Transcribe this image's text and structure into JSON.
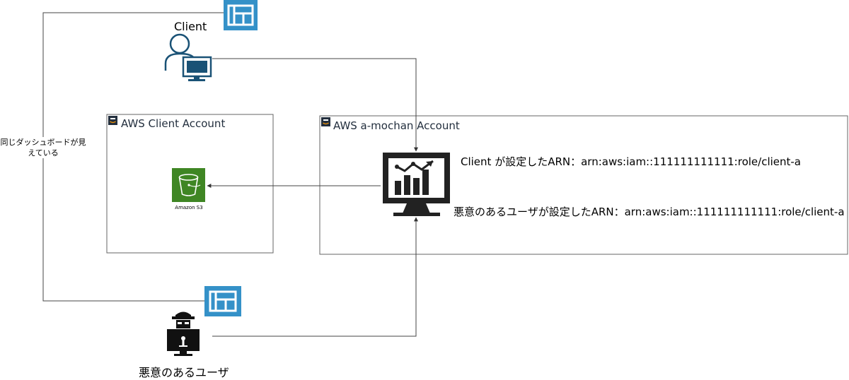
{
  "client": {
    "label": "Client"
  },
  "accounts": {
    "client_account": {
      "title": "AWS Client Account"
    },
    "amochan_account": {
      "title": "AWS a-mochan Account"
    }
  },
  "s3": {
    "label": "Amazon S3"
  },
  "arn": {
    "client_text": "Client が設定したARN：arn:aws:iam::111111111111:role/client-a",
    "malicious_text": "悪意のあるユーザが設定したARN：arn:aws:iam::111111111111:role/client-a"
  },
  "shared_dashboard_note": "同じダッシュボードが見えている",
  "malicious_user": {
    "label": "悪意のあるユーザ"
  },
  "icons": {
    "dashboard": "dashboard-icon",
    "client_user": "user-with-monitor-icon",
    "s3": "amazon-s3-bucket-icon",
    "analytics": "analytics-monitor-icon",
    "hacker": "hacker-icon"
  },
  "colors": {
    "dashboard_icon_bg": "#3491c8",
    "s3_green": "#3f8624",
    "client_icon": "#1a5276",
    "line": "#333333",
    "frame": "#555555"
  }
}
